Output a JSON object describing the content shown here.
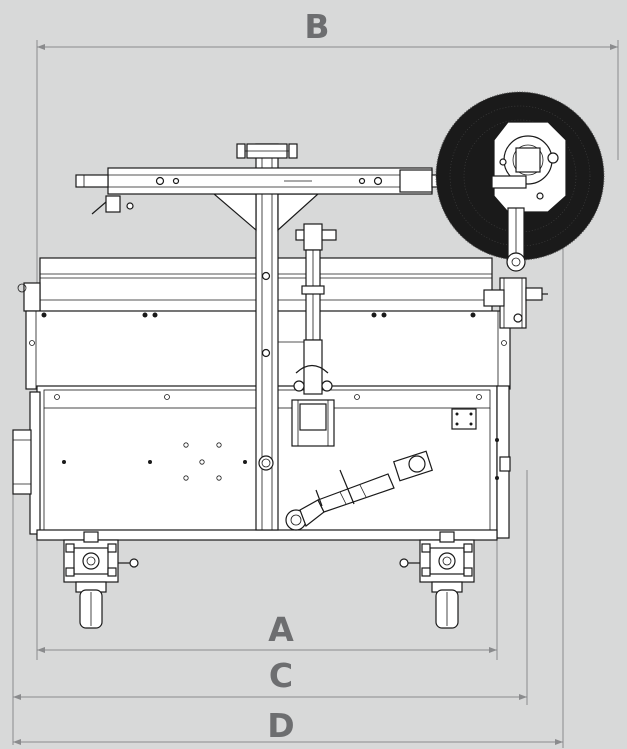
{
  "dimensions": {
    "a": "A",
    "b": "B",
    "c": "C",
    "d": "D"
  },
  "colors": {
    "background": "#d8d9d9",
    "lines": "#1a1a1a",
    "dimension_lines": "#8a8b8d",
    "dimension_labels": "#6d6e70"
  }
}
